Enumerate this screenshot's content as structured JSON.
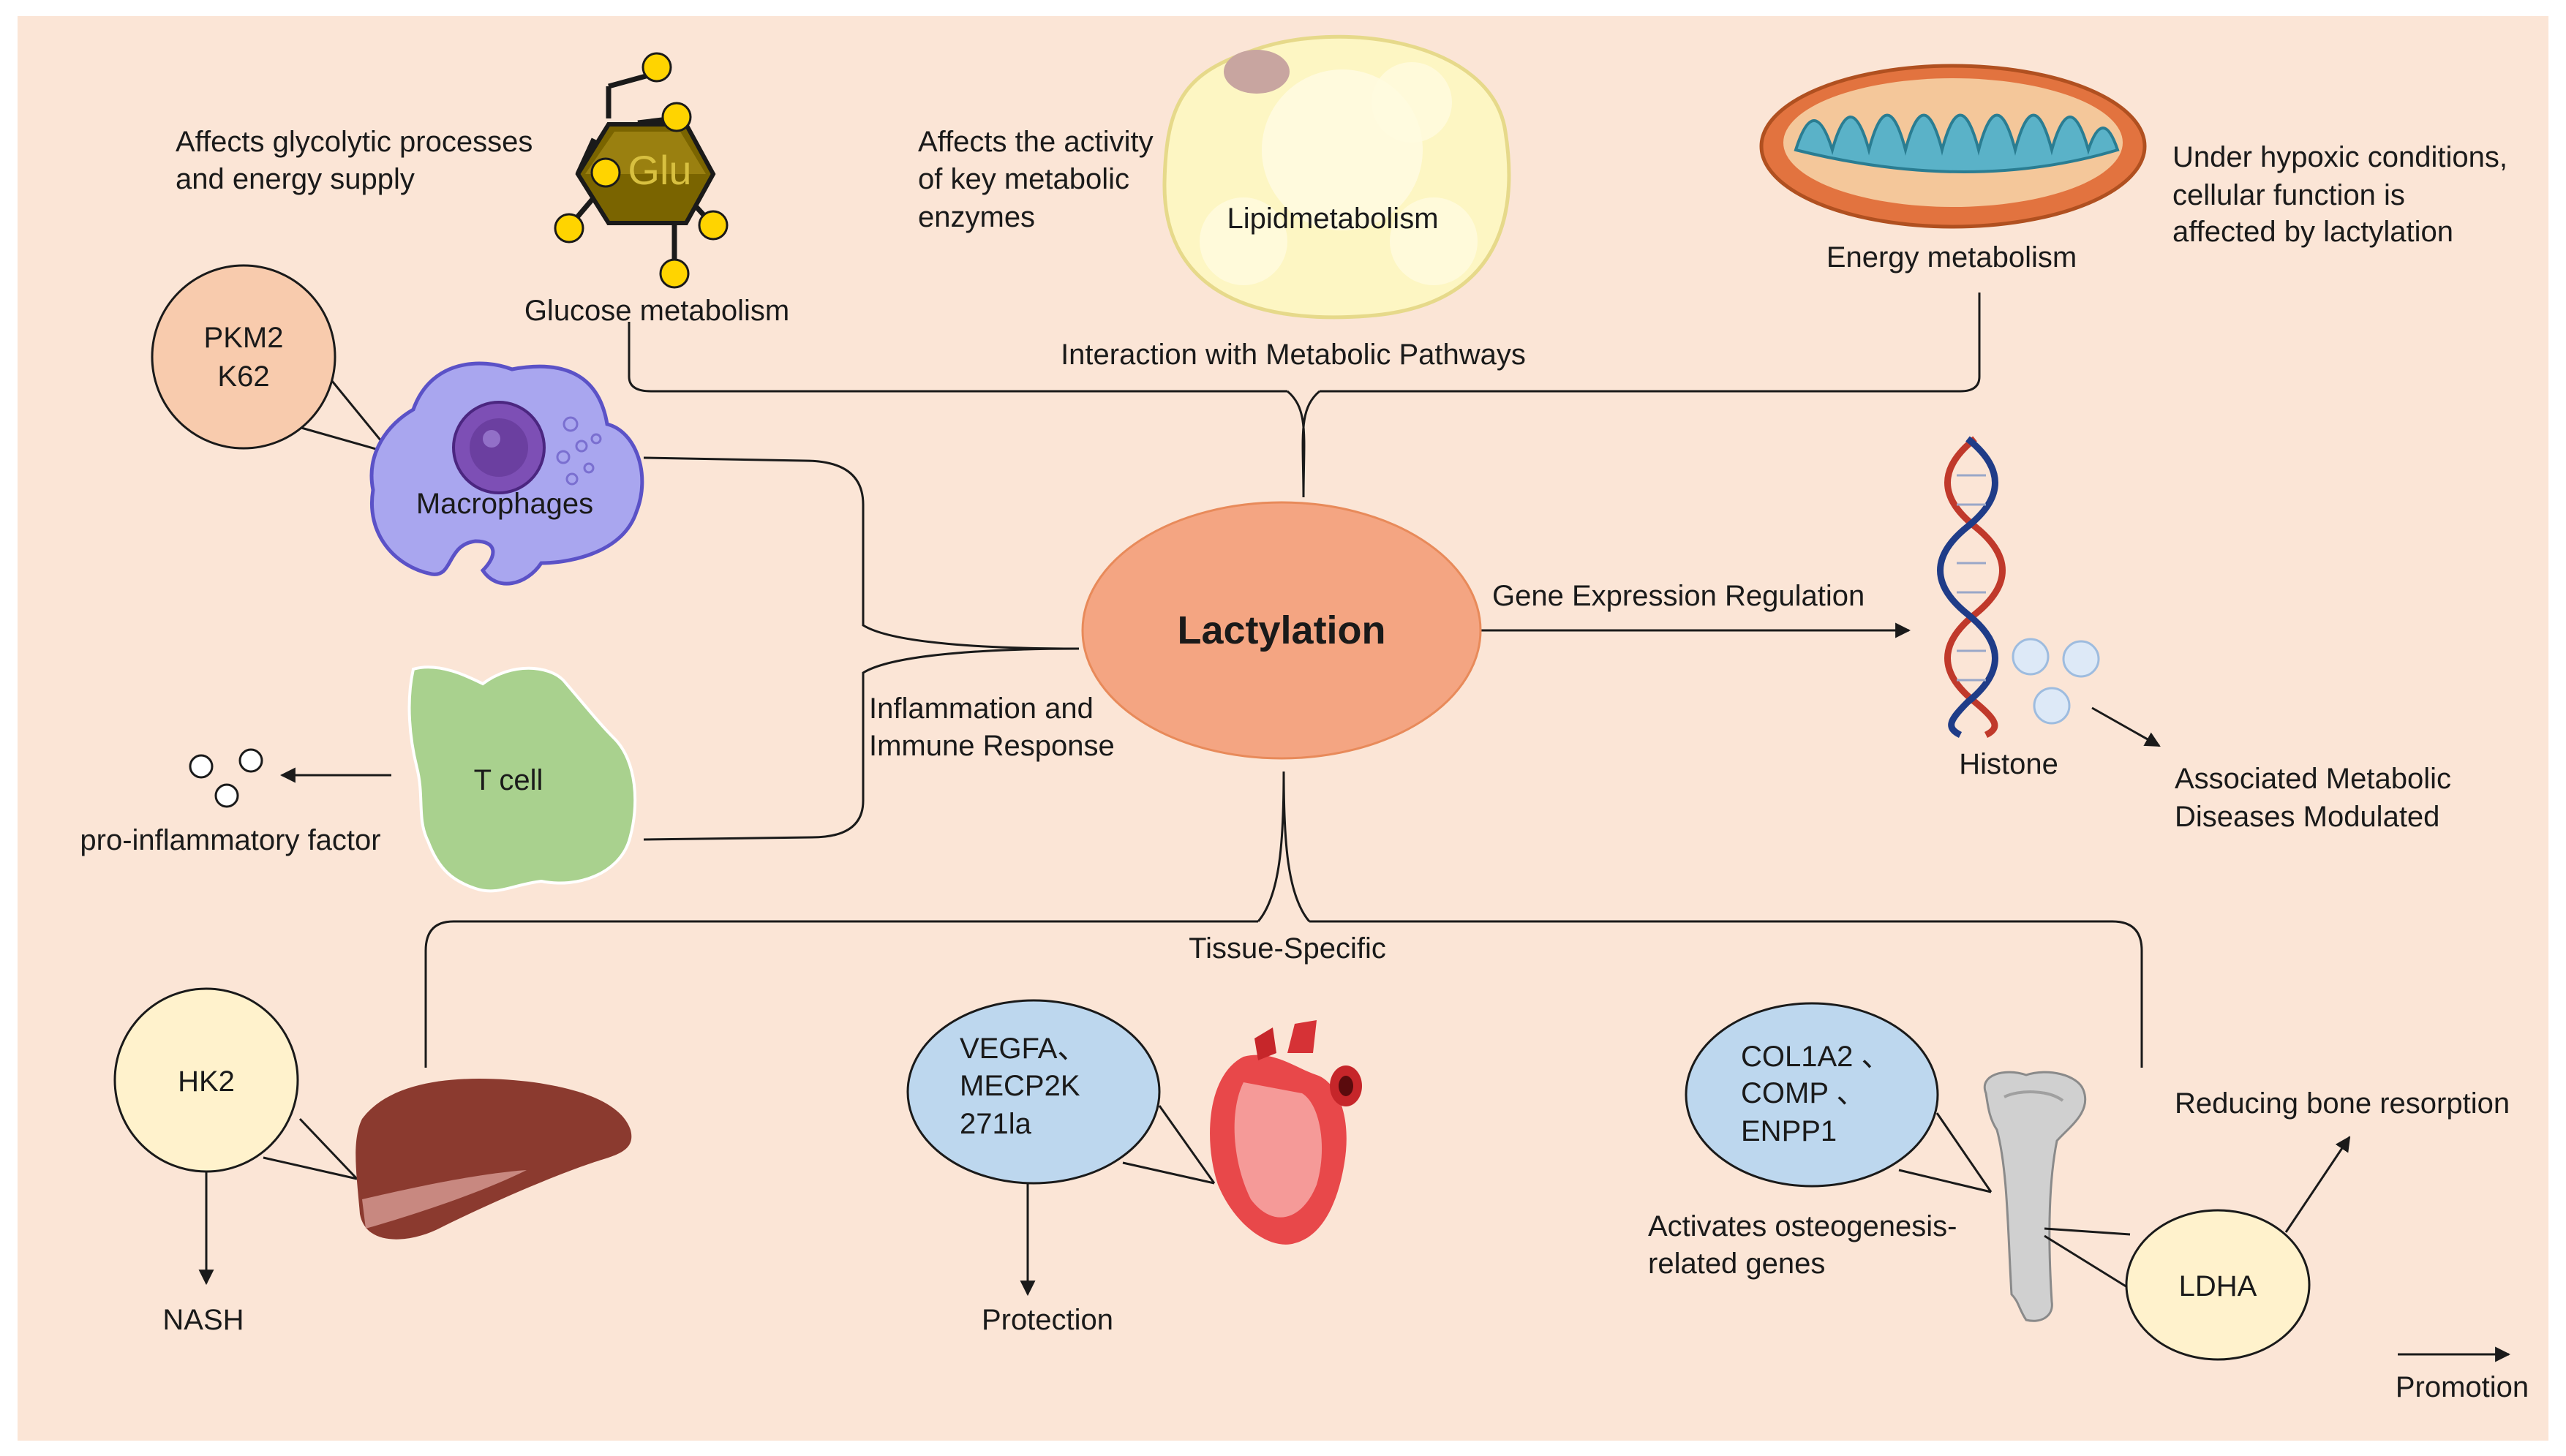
{
  "center": {
    "label": "Lactylation"
  },
  "metabolic": {
    "pathway_label": "Interaction  with Metabolic Pathways",
    "glucose": {
      "title": "Glucose  metabolism",
      "glu": "Glu",
      "desc": [
        "Affects glycolytic  processes",
        "and energy supply"
      ]
    },
    "lipid": {
      "title": "Lipidmetabolism",
      "desc": [
        "Affects the activity",
        "of key metabolic",
        "enzymes"
      ]
    },
    "energy": {
      "title": "Energy metabolism",
      "desc": [
        "Under hypoxic conditions,",
        "cellular  function  is",
        "affected by lactylation"
      ]
    }
  },
  "immune": {
    "pathway_label": [
      "Inflammation  and",
      "Immune  Response"
    ],
    "macrophages": "Macrophages",
    "pkm2": [
      "PKM2",
      "K62"
    ],
    "tcell": "T cell",
    "factor": "pro-inflammatory  factor"
  },
  "gene": {
    "pathway_label": "Gene Expression Regulation",
    "histone": "Histone",
    "diseases": [
      "Associated Metabolic",
      "Diseases Modulated"
    ]
  },
  "tissue": {
    "pathway_label": "Tissue-Specific",
    "liver": {
      "gene": "HK2",
      "outcome": "NASH"
    },
    "heart": {
      "genes": [
        "VEGFA、",
        "MECP2K",
        "271la"
      ],
      "outcome": "Protection"
    },
    "bone": {
      "genes": [
        "COL1A2  、",
        "COMP  、",
        "ENPP1"
      ],
      "desc": [
        "Activates osteogenesis-",
        "related genes"
      ],
      "ldha": "LDHA",
      "outcome": "Reducing bone resorption"
    }
  },
  "legend": {
    "label": "Promotion"
  },
  "colors": {
    "background": "#fbe5d6",
    "lactylation": "#f4a582",
    "pkm2": "#f8cbad",
    "macrophage": "#a9a6ef",
    "nucleus": "#6b3fa0",
    "tcell": "#a9d18e",
    "blue_bubble": "#bdd7ee",
    "yellow_bubble": "#fff2cc",
    "lipid": "#fdf6c3",
    "liver": "#8b3a2f",
    "heart": "#e8484a",
    "dna_red": "#c0392b",
    "dna_blue": "#1f3c88"
  }
}
